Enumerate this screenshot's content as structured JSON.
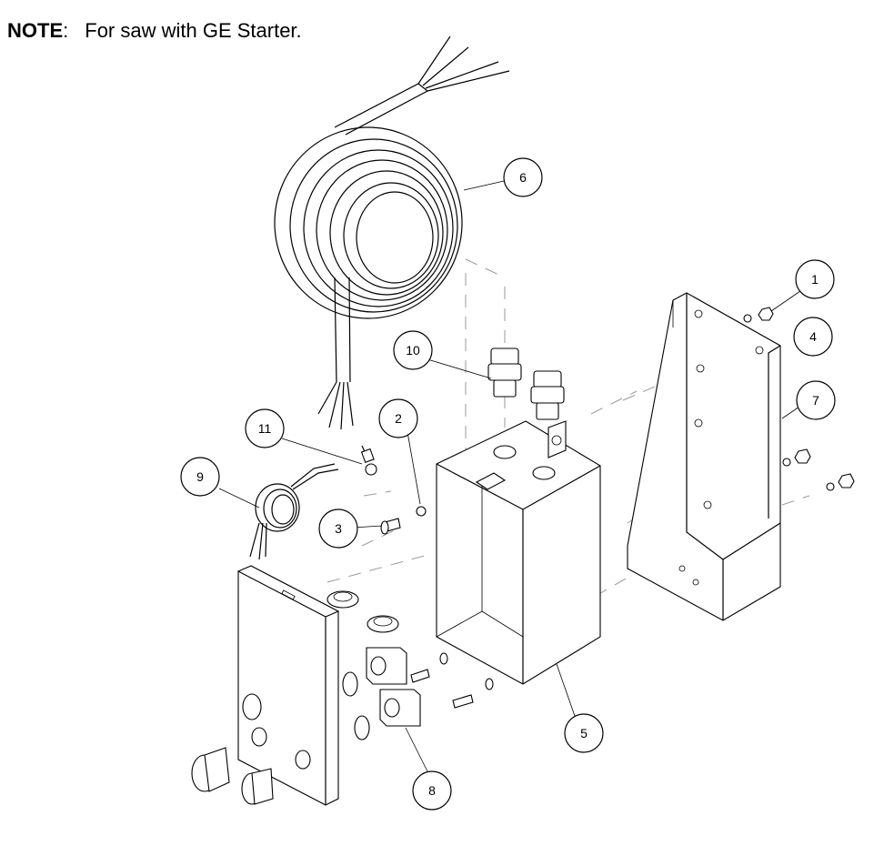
{
  "note": {
    "label": "NOTE",
    "colon": ":",
    "text": "For saw with GE Starter."
  },
  "callouts": [
    "1",
    "2",
    "3",
    "4",
    "5",
    "6",
    "7",
    "8",
    "9",
    "10",
    "11"
  ]
}
